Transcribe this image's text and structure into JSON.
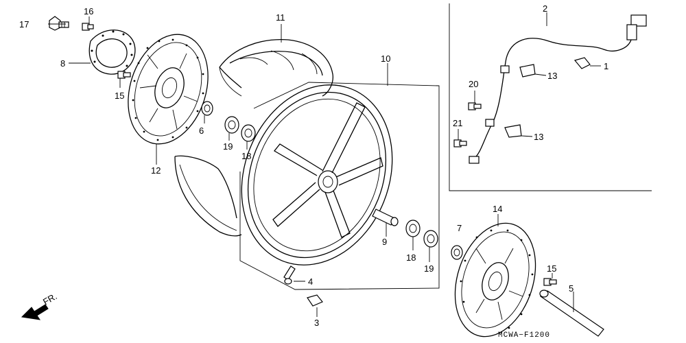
{
  "callouts": {
    "p1": "1",
    "p2": "2",
    "p3": "3",
    "p4": "4",
    "p5": "5",
    "p6": "6",
    "p7": "7",
    "p8": "8",
    "p9": "9",
    "p10": "10",
    "p11": "11",
    "p12": "12",
    "p13a": "13",
    "p13b": "13",
    "p14": "14",
    "p15a": "15",
    "p15b": "15",
    "p16": "16",
    "p17": "17",
    "p18a": "18",
    "p18b": "18",
    "p19a": "19",
    "p19b": "19",
    "p20": "20",
    "p21": "21"
  },
  "front_indicator": "FR.",
  "diagram_code": "MCWA−F1200"
}
